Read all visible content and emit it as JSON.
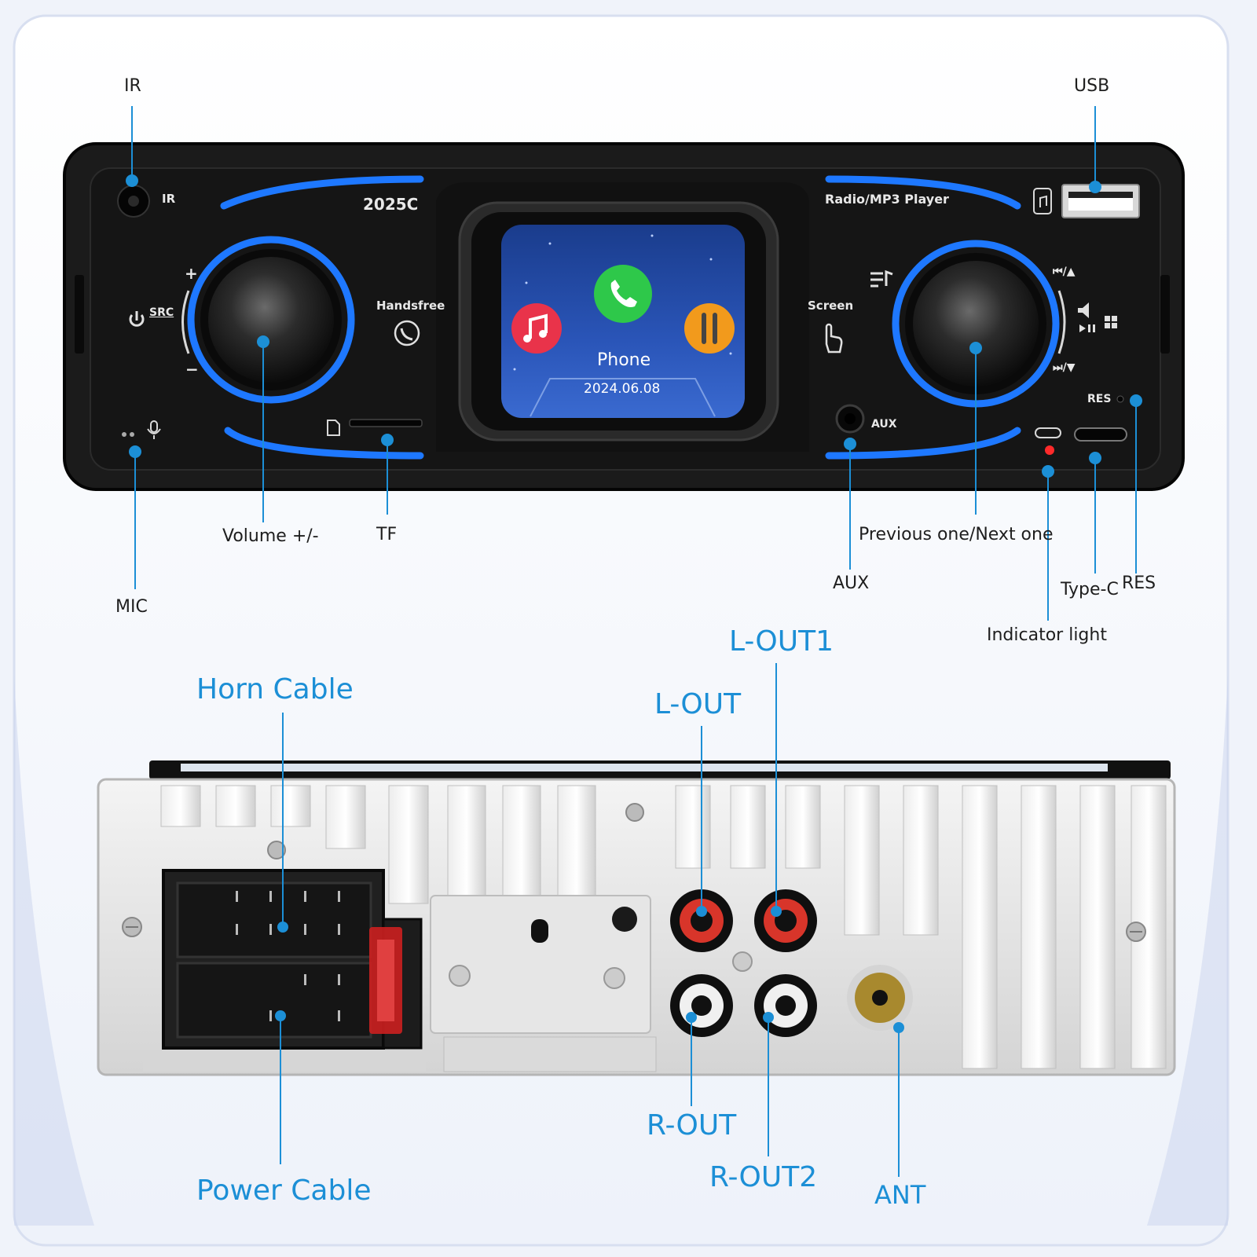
{
  "front_panel": {
    "model": "2025C",
    "subtitle": "Radio/MP3 Player",
    "ir_mark": "IR",
    "src_mark": "SRC",
    "plus_mark": "+",
    "minus_mark": "−",
    "handsfree_mark": "Handsfree",
    "screen_mark": "Screen",
    "aux_mark": "AUX",
    "res_mark": "RES",
    "prev_mark": "⏮/▲",
    "next_mark": "⏭/▼"
  },
  "screen": {
    "app_label": "Phone",
    "date": "2024.06.08",
    "icons": [
      "music-icon",
      "phone-icon",
      "aux-cable-icon"
    ]
  },
  "front_labels": {
    "ir": "IR",
    "usb": "USB",
    "volume": "Volume +/-",
    "tf": "TF",
    "mic": "MIC",
    "prev_next": "Previous one/Next one",
    "aux": "AUX",
    "type_c": "Type-C",
    "res": "RES",
    "indicator": "Indicator light"
  },
  "rear_labels": {
    "horn_cable": "Horn Cable",
    "l_out1": "L-OUT1",
    "l_out": "L-OUT",
    "r_out": "R-OUT",
    "r_out2": "R-OUT2",
    "power_cable": "Power Cable",
    "ant": "ANT"
  },
  "colors": {
    "accent_blue": "#1c8fd6",
    "led_blue": "#1e78ff",
    "panel_black": "#141414",
    "rca_red": "#d8352a",
    "ant_gold": "#a8892e",
    "fuse_red": "#c82020"
  }
}
